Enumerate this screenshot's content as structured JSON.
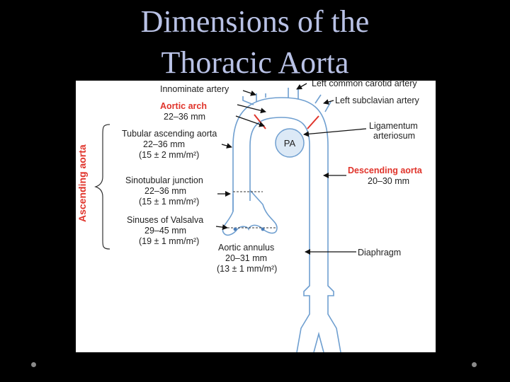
{
  "slide": {
    "title_line1": "Dimensions of the",
    "title_line2": "Thoracic Aorta"
  },
  "figure": {
    "colors": {
      "vessel": "#6f9fd0",
      "vessel_fill": "#ffffff",
      "pa_fill": "#dce9f6",
      "highlight": "#e0342b",
      "arrow": "#111111"
    },
    "labels": {
      "innominate": "Innominate artery",
      "left_common_carotid": "Left common carotid artery",
      "left_subclavian": "Left subclavian artery",
      "aortic_arch_title": "Aortic arch",
      "aortic_arch_dim": "22–36 mm",
      "ligamentum_line1": "Ligamentum",
      "ligamentum_line2": "arteriosum",
      "pa": "PA",
      "tubular_title": "Tubular ascending  aorta",
      "tubular_dim": "22–36 mm",
      "tubular_index": "(15 ± 2 mm/m²)",
      "descending_title": "Descending  aorta",
      "descending_dim": "20–30 mm",
      "sinotubular_title": "Sinotubular junction",
      "sinotubular_dim": "22–36 mm",
      "sinotubular_index": "(15 ± 1 mm/m²)",
      "sinuses_title": "Sinuses of Valsalva",
      "sinuses_dim": "29–45 mm",
      "sinuses_index": "(19 ± 1 mm/m²)",
      "annulus_title": "Aortic annulus",
      "annulus_dim": "20–31 mm",
      "annulus_index": "(13 ± 1 mm/m²)",
      "diaphragm": "Diaphragm",
      "ascending_aorta": "Ascending aorta"
    }
  }
}
